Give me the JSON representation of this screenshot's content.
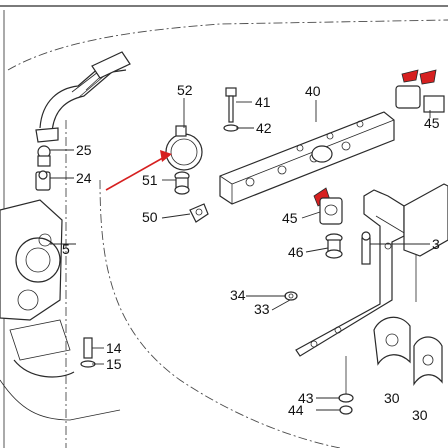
{
  "diagram": {
    "callouts": [
      "52",
      "41",
      "40",
      "42",
      "45",
      "25",
      "24",
      "51",
      "50",
      "45",
      "46",
      "3",
      "5",
      "34",
      "33",
      "14",
      "15",
      "43",
      "44",
      "30",
      "30"
    ],
    "colors": {
      "line": "#2a2a2a",
      "accent_red": "#d62020",
      "background": "#ffffff"
    }
  }
}
